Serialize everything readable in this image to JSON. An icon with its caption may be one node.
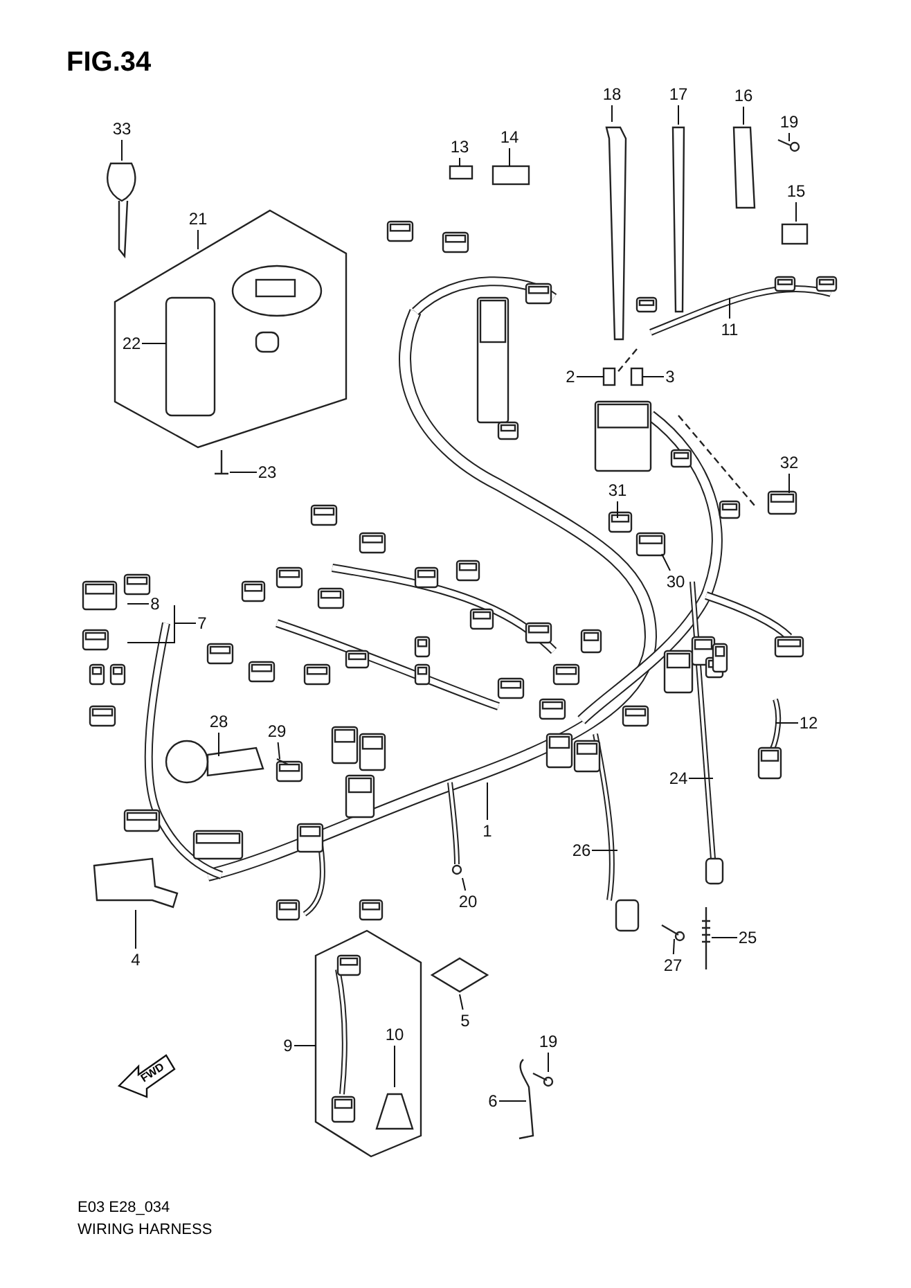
{
  "diagram": {
    "title": "FIG.34",
    "caption": "WIRING HARNESS",
    "nodes": [
      {
        "text": [
          "18"
        ]
      },
      {
        "text": [
          "17"
        ]
      },
      {
        "text": [
          "16"
        ]
      },
      {
        "text": [
          "19"
        ]
      },
      {
        "text": [
          "33"
        ]
      },
      {
        "text": [
          "14"
        ]
      },
      {
        "text": [
          "13"
        ]
      },
      {
        "text": [
          "15"
        ]
      },
      {
        "text": [
          "21"
        ]
      },
      {
        "text": [
          "11"
        ]
      },
      {
        "text": [
          "22"
        ]
      },
      {
        "text": [
          "2"
        ]
      },
      {
        "text": [
          "3"
        ]
      },
      {
        "text": [
          "32"
        ]
      },
      {
        "text": [
          "23"
        ]
      },
      {
        "text": [
          "31"
        ]
      },
      {
        "text": [
          "30"
        ]
      },
      {
        "text": [
          "8"
        ]
      },
      {
        "text": [
          "7"
        ]
      },
      {
        "text": [
          "12"
        ]
      },
      {
        "text": [
          "28"
        ]
      },
      {
        "text": [
          "29"
        ]
      },
      {
        "text": [
          "24"
        ]
      },
      {
        "text": [
          "1"
        ]
      },
      {
        "text": [
          "26"
        ]
      },
      {
        "text": [
          "20"
        ]
      },
      {
        "text": [
          "25"
        ]
      },
      {
        "text": [
          "4"
        ]
      },
      {
        "text": [
          "27"
        ]
      },
      {
        "text": [
          "5"
        ]
      },
      {
        "text": [
          "10"
        ]
      },
      {
        "text": [
          "19"
        ]
      },
      {
        "text": [
          "9"
        ]
      },
      {
        "text": [
          "6"
        ]
      }
    ],
    "edges": [
      {
        "from": 0,
        "to": null,
        "arrow": "none"
      },
      {
        "from": 1,
        "to": null,
        "arrow": "none"
      },
      {
        "from": 2,
        "to": null,
        "arrow": "none"
      },
      {
        "from": 3,
        "to": null,
        "arrow": "none"
      },
      {
        "from": 4,
        "to": null,
        "arrow": "none"
      },
      {
        "from": 5,
        "to": null,
        "arrow": "none"
      },
      {
        "from": 6,
        "to": null,
        "arrow": "none"
      },
      {
        "from": 7,
        "to": null,
        "arrow": "none"
      },
      {
        "from": 8,
        "to": null,
        "arrow": "none"
      },
      {
        "from": 9,
        "to": null,
        "arrow": "none"
      },
      {
        "from": 10,
        "to": null,
        "arrow": "none"
      },
      {
        "from": 11,
        "to": null,
        "arrow": "none"
      },
      {
        "from": 12,
        "to": null,
        "arrow": "none"
      },
      {
        "from": 13,
        "to": null,
        "arrow": "none"
      },
      {
        "from": 14,
        "to": null,
        "arrow": "none"
      },
      {
        "from": 15,
        "to": null,
        "arrow": "none"
      },
      {
        "from": 16,
        "to": null,
        "arrow": "none"
      },
      {
        "from": 17,
        "to": null,
        "arrow": "none"
      },
      {
        "from": 18,
        "to": null,
        "arrow": "none"
      },
      {
        "from": 19,
        "to": null,
        "arrow": "none"
      },
      {
        "from": 20,
        "to": null,
        "arrow": "none"
      },
      {
        "from": 21,
        "to": null,
        "arrow": "none"
      },
      {
        "from": 22,
        "to": null,
        "arrow": "none"
      },
      {
        "from": 23,
        "to": null,
        "arrow": "none"
      },
      {
        "from": 24,
        "to": null,
        "arrow": "none"
      },
      {
        "from": 25,
        "to": null,
        "arrow": "none"
      },
      {
        "from": 26,
        "to": null,
        "arrow": "none"
      },
      {
        "from": 27,
        "to": null,
        "arrow": "none"
      },
      {
        "from": 28,
        "to": null,
        "arrow": "none"
      },
      {
        "from": 29,
        "to": null,
        "arrow": "none"
      },
      {
        "from": 30,
        "to": null,
        "arrow": "none"
      },
      {
        "from": 31,
        "to": null,
        "arrow": "none"
      },
      {
        "from": 32,
        "to": null,
        "arrow": "none"
      },
      {
        "from": 33,
        "to": null,
        "arrow": "none"
      }
    ],
    "labels": [
      "FWD",
      "E03 E28_034"
    ]
  }
}
